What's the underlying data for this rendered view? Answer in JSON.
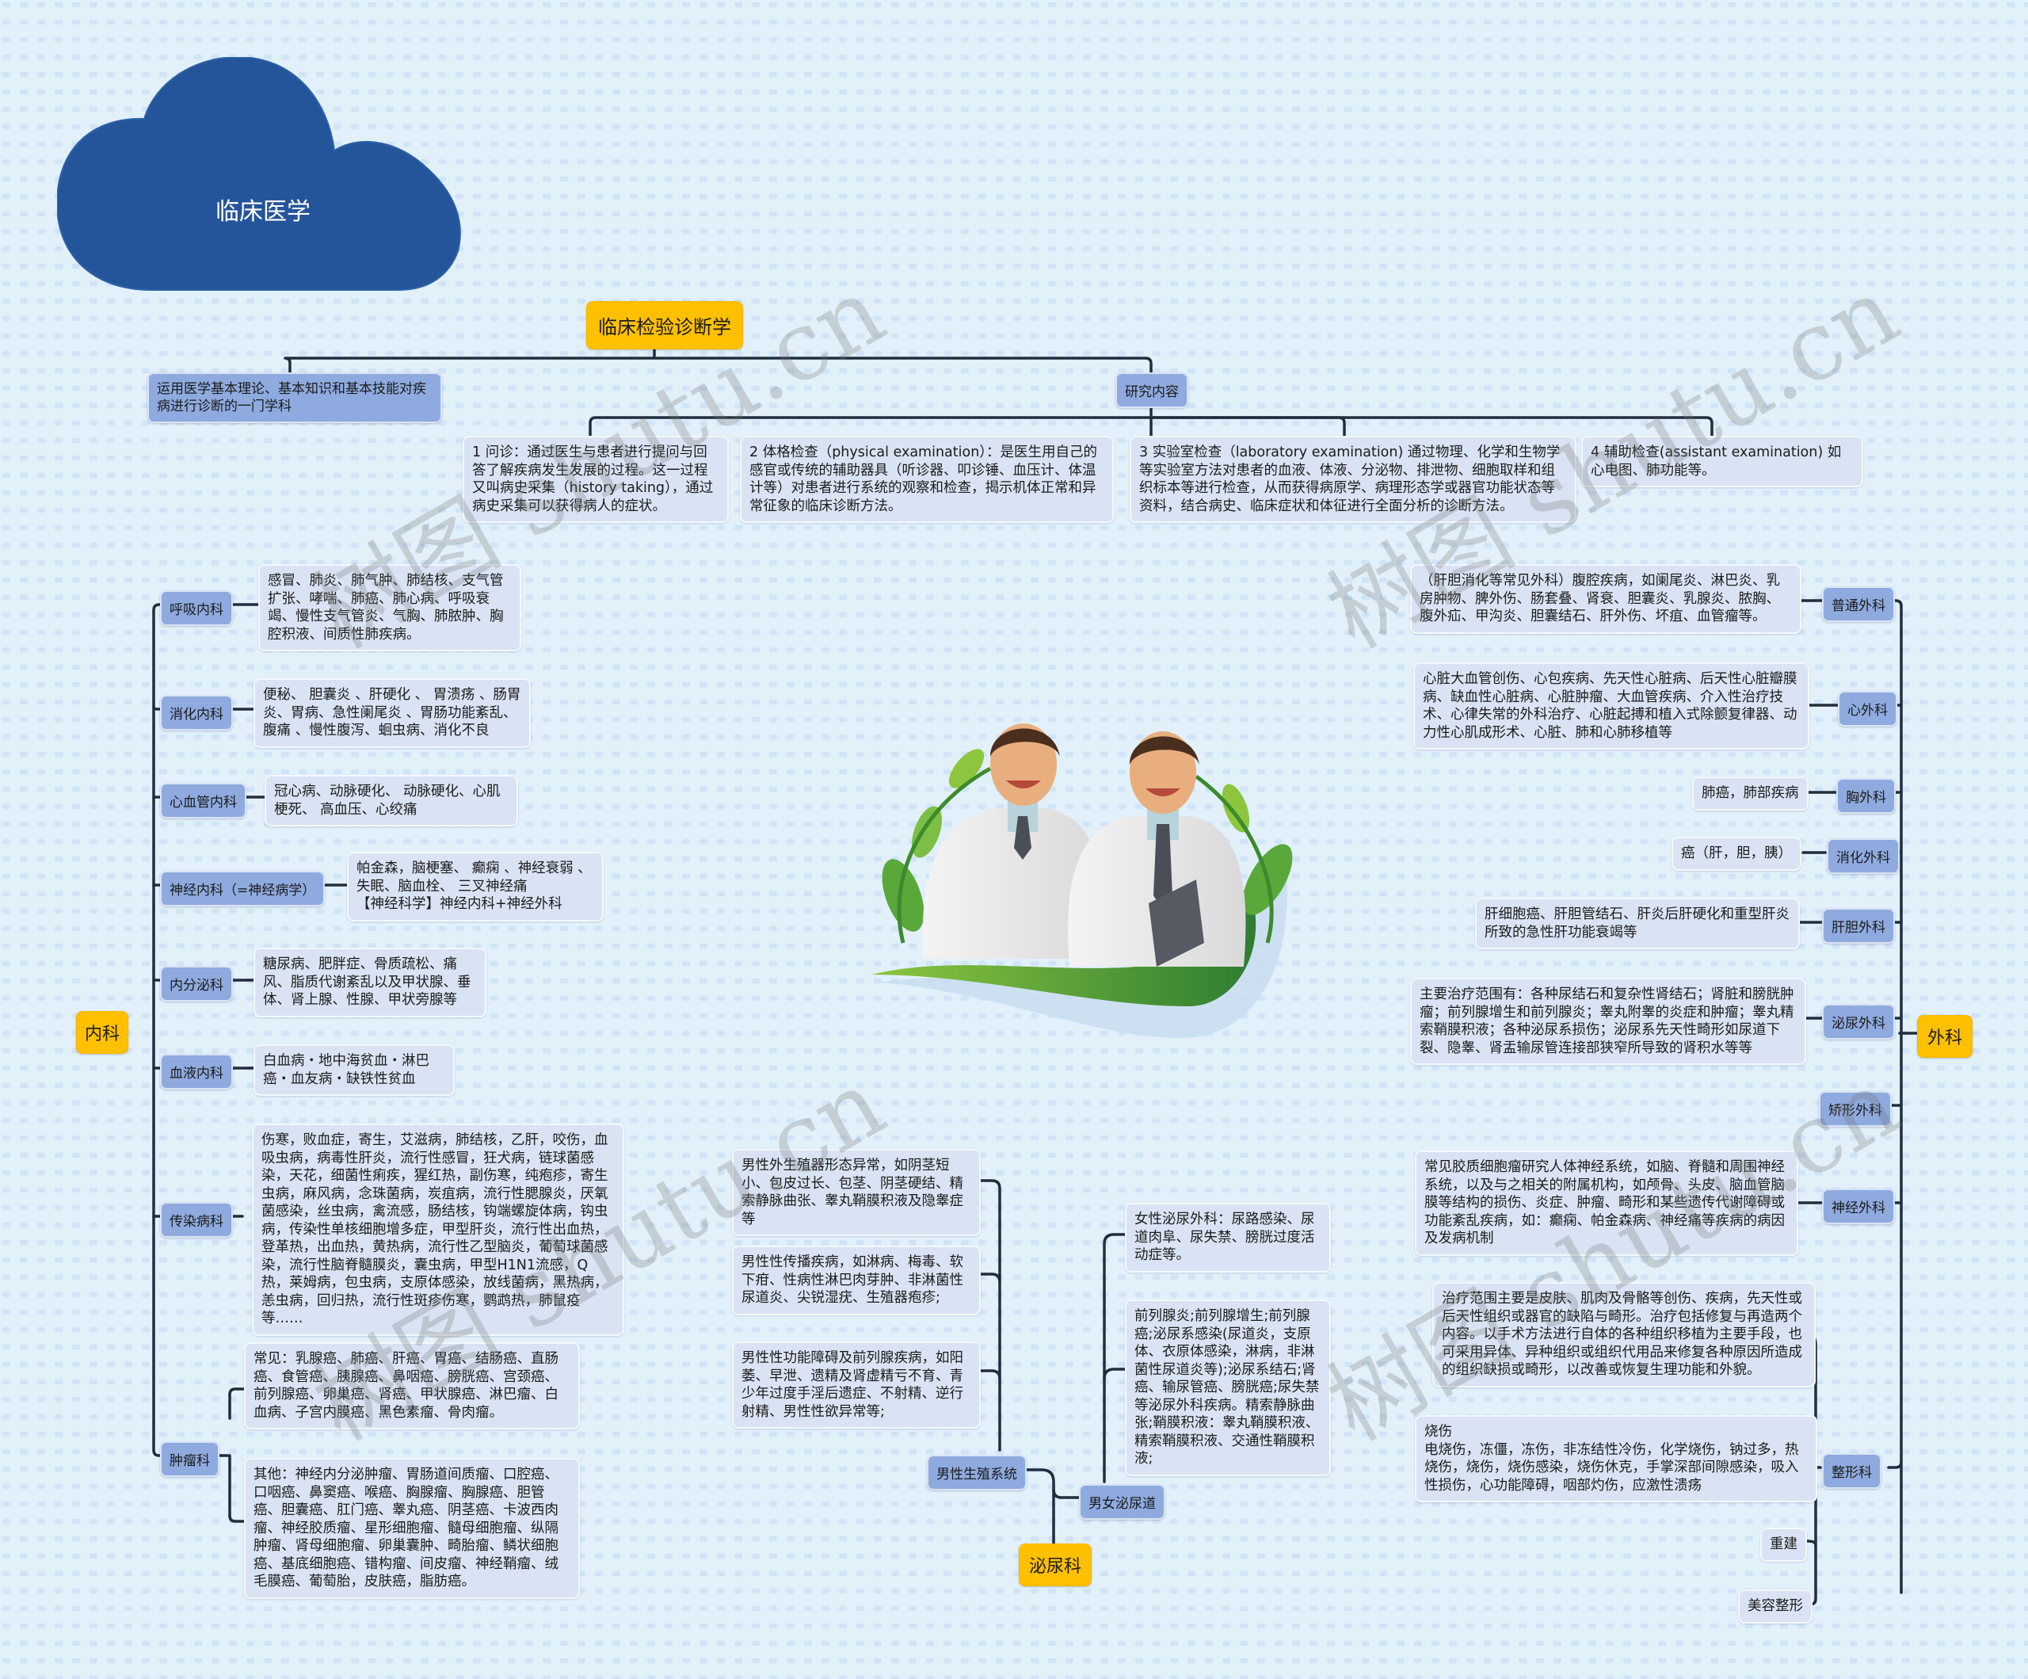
{
  "root": {
    "title": "临床医学"
  },
  "diagnostics": {
    "title": "临床检验诊断学",
    "definition": "运用医学基本理论、基本知识和基本技能对疾病进行诊断的一门学科",
    "research_label": "研究内容",
    "research_items": [
      "1 问诊：通过医生与患者进行提问与回答了解疾病发生发展的过程。这一过程又叫病史采集（history taking），通过病史采集可以获得病人的症状。",
      "2 体格检查（physical examination）：是医生用自己的感官或传统的辅助器具（听诊器、叩诊锤、血压计、体温计等）对患者进行系统的观察和检查，揭示机体正常和异常征象的临床诊断方法。",
      "3 实验室检查（laboratory examination) 通过物理、化学和生物学等实验室方法对患者的血液、体液、分泌物、排泄物、细胞取样和组织标本等进行检查，从而获得病原学、病理形态学或器官功能状态等资料，结合病史、临床症状和体征进行全面分析的诊断方法。",
      "4 辅助检查(assistant examination) 如心电图、肺功能等。"
    ]
  },
  "internal": {
    "title": "内科",
    "branches": [
      {
        "label": "呼吸内科",
        "items": [
          "感冒、肺炎、肺气肿、肺结核、支气管扩张、哮喘、肺癌、肺心病、呼吸衰竭、慢性支气管炎、气胸、肺脓肿、胸腔积液、间质性肺疾病。"
        ]
      },
      {
        "label": "消化内科",
        "items": [
          "便秘、 胆囊炎 、肝硬化 、 胃溃疡 、肠胃炎、胃病、急性阑尾炎 、胃肠功能紊乱、腹痛 、慢性腹泻、蛔虫病、消化不良"
        ]
      },
      {
        "label": "心血管内科",
        "items": [
          "冠心病、动脉硬化、 动脉硬化、心肌梗死、 高血压、心绞痛"
        ]
      },
      {
        "label": "神经内科（=神经病学）",
        "items": [
          "帕金森，脑梗塞、 癫痫 、神经衰弱 、失眠、脑血栓、 三叉神经痛\n【神经科学】神经内科+神经外科"
        ]
      },
      {
        "label": "内分泌科",
        "items": [
          "糖尿病、肥胖症、骨质疏松、痛风、脂质代谢紊乱以及甲状腺、垂体、肾上腺、性腺、甲状旁腺等"
        ]
      },
      {
        "label": "血液内科",
        "items": [
          "白血病・地中海贫血・淋巴癌・血友病・缺铁性贫血"
        ]
      },
      {
        "label": "传染病科",
        "items": [
          "伤寒，败血症，寄生，艾滋病，肺结核，乙肝，咬伤，血吸虫病，病毒性肝炎，流行性感冒，狂犬病，链球菌感染，天花，细菌性痢疾，猩红热，副伤寒，纯疱疹，寄生虫病，麻风病，念珠菌病，炭疽病，流行性腮腺炎，厌氧菌感染，丝虫病，禽流感，肠结核，钩端螺旋体病，钩虫病，传染性单核细胞增多症，甲型肝炎，流行性出血热，登革热，出血热，黄热病，流行性乙型脑炎，葡萄球菌感染，流行性脑脊髓膜炎，囊虫病，甲型H1N1流感，Q热，莱姆病，包虫病，支原体感染，放线菌病，黑热病，恙虫病，回归热，流行性斑疹伤寒，鹦鹉热，肺鼠疫等……"
        ]
      },
      {
        "label": "肿瘤科",
        "items": [
          "常见：乳腺癌、肺癌、肝癌、胃癌、结肠癌、直肠癌、食管癌、胰腺癌、鼻咽癌、膀胱癌、宫颈癌、前列腺癌、卵巢癌、肾癌、甲状腺癌、淋巴瘤、白血病、子宫内膜癌、黑色素瘤、骨肉瘤。",
          "其他：神经内分泌肿瘤、胃肠道间质瘤、口腔癌、口咽癌、鼻窦癌、喉癌、胸腺瘤、胸腺癌、胆管癌、胆囊癌、肛门癌、睾丸癌、阴茎癌、卡波西肉瘤、神经胶质瘤、星形细胞瘤、髓母细胞瘤、纵隔肿瘤、肾母细胞瘤、卵巢囊肿、畸胎瘤、鳞状细胞癌、基底细胞癌、错构瘤、间皮瘤、神经鞘瘤、绒毛膜癌、葡萄胎，皮肤癌，脂肪癌。"
        ]
      }
    ]
  },
  "urology": {
    "title": "泌尿科",
    "branches": [
      {
        "label": "男性生殖系统",
        "items": [
          "男性外生殖器形态异常，如阴茎短小、包皮过长、包茎、阴茎硬结、精索静脉曲张、睾丸鞘膜积液及隐睾症等",
          "男性性传播疾病，如淋病、梅毒、软下疳、性病性淋巴肉芽肿、非淋菌性尿道炎、尖锐湿疣、生殖器疱疹;",
          "男性性功能障碍及前列腺疾病，如阳萎、早泄、遗精及肾虚精亏不育、青少年过度手淫后遗症、不射精、逆行射精、男性性欲异常等;"
        ]
      },
      {
        "label": "男女泌尿道",
        "items": [
          "女性泌尿外科：尿路感染、尿道肉阜、尿失禁、膀胱过度活动症等。",
          "前列腺炎;前列腺增生;前列腺癌;泌尿系感染(尿道炎，支原体、衣原体感染，淋病，非淋菌性尿道炎等);泌尿系结石;肾癌、输尿管癌、膀胱癌;尿失禁等泌尿外科疾病。精索静脉曲张;鞘膜积液：睾丸鞘膜积液、精索鞘膜积液、交通性鞘膜积液;"
        ]
      }
    ]
  },
  "surgery": {
    "title": "外科",
    "branches": [
      {
        "label": "普通外科",
        "items": [
          "（肝胆消化等常见外科）腹腔疾病，如阑尾炎、淋巴炎、乳房肿物、脾外伤、肠套叠、肾衰、胆囊炎、乳腺炎、脓胸、腹外疝、甲沟炎、胆囊结石、肝外伤、坏疽、血管瘤等。"
        ]
      },
      {
        "label": "心外科",
        "items": [
          "心脏大血管创伤、心包疾病、先天性心脏病、后天性心脏瓣膜病、缺血性心脏病、心脏肿瘤、大血管疾病、介入性治疗技术、心律失常的外科治疗、心脏起搏和植入式除颤复律器、动力性心肌成形术、心脏、肺和心肺移植等"
        ]
      },
      {
        "label": "胸外科",
        "items": [
          "肺癌，肺部疾病"
        ]
      },
      {
        "label": "消化外科",
        "items": [
          "癌（肝，胆，胰）"
        ]
      },
      {
        "label": "肝胆外科",
        "items": [
          "肝细胞癌、肝胆管结石、肝炎后肝硬化和重型肝炎所致的急性肝功能衰竭等"
        ]
      },
      {
        "label": "泌尿外科",
        "items": [
          "主要治疗范围有：各种尿结石和复杂性肾结石；肾脏和膀胱肿瘤；前列腺增生和前列腺炎；睾丸附睾的炎症和肿瘤；睾丸精索鞘膜积液；各种泌尿系损伤；泌尿系先天性畸形如尿道下裂、隐睾、肾盂输尿管连接部狭窄所导致的肾积水等等"
        ]
      },
      {
        "label": "矫形外科",
        "items": []
      },
      {
        "label": "神经外科",
        "items": [
          "常见胶质细胞瘤研究人体神经系统，如脑、脊髓和周围神经系统，以及与之相关的附属机构，如颅骨、头皮、脑血管脑膜等结构的损伤、炎症、肿瘤、畸形和某些遗传代谢障碍或功能紊乱疾病，如：癫痫、帕金森病、神经痛等疾病的病因及发病机制"
        ]
      },
      {
        "label": "整形科",
        "items": [
          "治疗范围主要是皮肤、肌肉及骨骼等创伤、疾病，先天性或后天性组织或器官的缺陷与畸形。治疗包括修复与再造两个内容。以手术方法进行自体的各种组织移植为主要手段，也可采用异体、异种组织或组织代用品来修复各种原因所造成的组织缺损或畸形，以改善或恢复生理功能和外貌。",
          "烧伤\n电烧伤，冻僵，冻伤，非冻结性冷伤，化学烧伤，钠过多，热烧伤，烧伤，烧伤感染，烧伤休克，手掌深部间隙感染，吸入性损伤，心功能障碍，咽部灼伤，应激性溃疡",
          "重建",
          "美容整形"
        ]
      }
    ]
  },
  "illustration": {
    "alt": "two doctors in white coats with green leaves"
  },
  "watermark": {
    "text": "树图 shutu.cn"
  },
  "colors": {
    "root": "#24559a",
    "main": "#ffc000",
    "mid": "#8eaadf",
    "leaf": "#d9e3f3",
    "line": "#1f2d3d"
  }
}
